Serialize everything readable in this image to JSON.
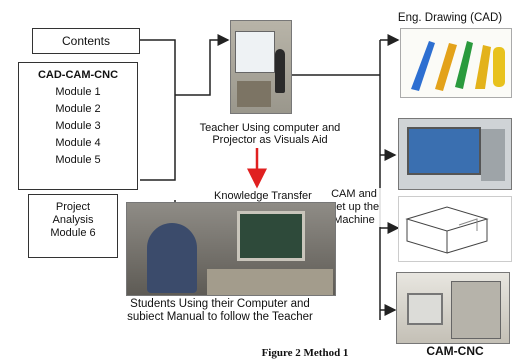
{
  "left_boxes": {
    "contents": "Contents",
    "modules": [
      "CAD-CAM-CNC",
      "Module 1",
      "Module 2",
      "Module 3",
      "Module 4",
      "Module 5"
    ],
    "project": [
      "Project",
      "Analysis",
      "Module 6"
    ]
  },
  "captions": {
    "teacher_1": "Teacher Using computer and",
    "teacher_2": "Projector as Visuals  Aid",
    "knowledge": "Knowledge Transfer",
    "cam_1": "CAM and",
    "cam_2": "Set up the",
    "cam_3": "Machine",
    "students_1": "Students Using their Computer and",
    "students_2": "subiect Manual to follow the Teacher",
    "eng_drawing": "Eng. Drawing (CAD)",
    "cam_cnc": "CAM-CNC",
    "figure": "Figure   2 Method 1"
  },
  "colors": {
    "arrow_red": "#e02020",
    "line": "#222222",
    "screen_blue": "#3a6fb0"
  }
}
